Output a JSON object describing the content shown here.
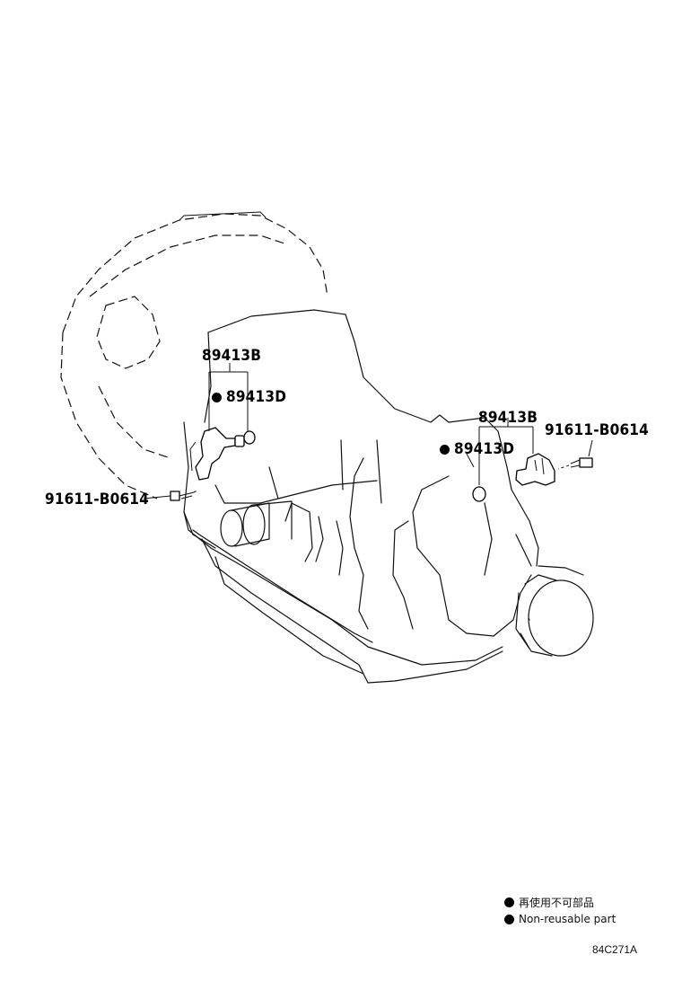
{
  "parts": {
    "left_sensor_a": "89413B",
    "left_sensor_b": "89413D",
    "left_bolt": "91611-B0614",
    "right_sensor_a": "89413B",
    "right_sensor_b": "89413D",
    "right_bolt": "91611-B0614"
  },
  "legend": {
    "non_reusable_jp": "再使用不可部品",
    "non_reusable_en": "Non-reusable part"
  },
  "diagram_code": "84C271A"
}
